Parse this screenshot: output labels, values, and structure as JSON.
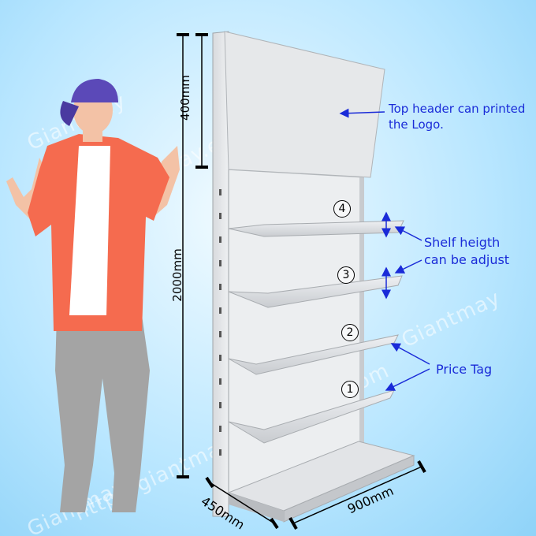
{
  "labels": {
    "header_line1": "Top header can printed",
    "header_line2": "the Logo.",
    "shelf_line1": "Shelf heigth",
    "shelf_line2": "can be adjust",
    "price_tag": "Price Tag"
  },
  "dimensions": {
    "total_height": "2000mm",
    "header_height": "400mm",
    "depth": "450mm",
    "width": "900mm"
  },
  "shelf_numbers": [
    "4",
    "3",
    "2",
    "1"
  ],
  "watermarks": {
    "url": "http://giantmay.en.alibaba.com",
    "brand": "Giantmay"
  },
  "colors": {
    "label_blue": "#1a2bd8",
    "arrow_blue": "#1a2bd8",
    "shirt": "#f56b4f",
    "pants": "#a4a4a4",
    "cap": "#5b49b8",
    "shelf_metal": "#e4e6e8"
  }
}
